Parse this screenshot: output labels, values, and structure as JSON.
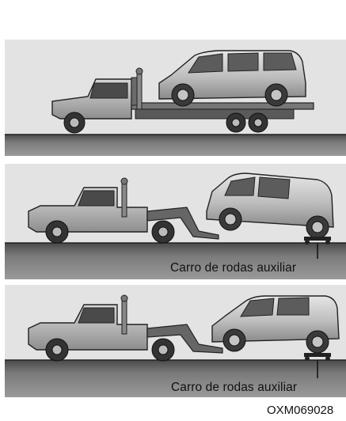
{
  "labels": {
    "panel2_caption": "Carro de rodas auxiliar",
    "panel3_caption": "Carro de rodas auxiliar",
    "figure_code": "OXM069028"
  },
  "panels": [
    {
      "illustration": "flatbed-tow-truck-carrying-suv"
    },
    {
      "illustration": "wheel-lift-tow-truck-front-raised-rear-on-dolly"
    },
    {
      "illustration": "wheel-lift-tow-truck-rear-on-dolly"
    }
  ]
}
